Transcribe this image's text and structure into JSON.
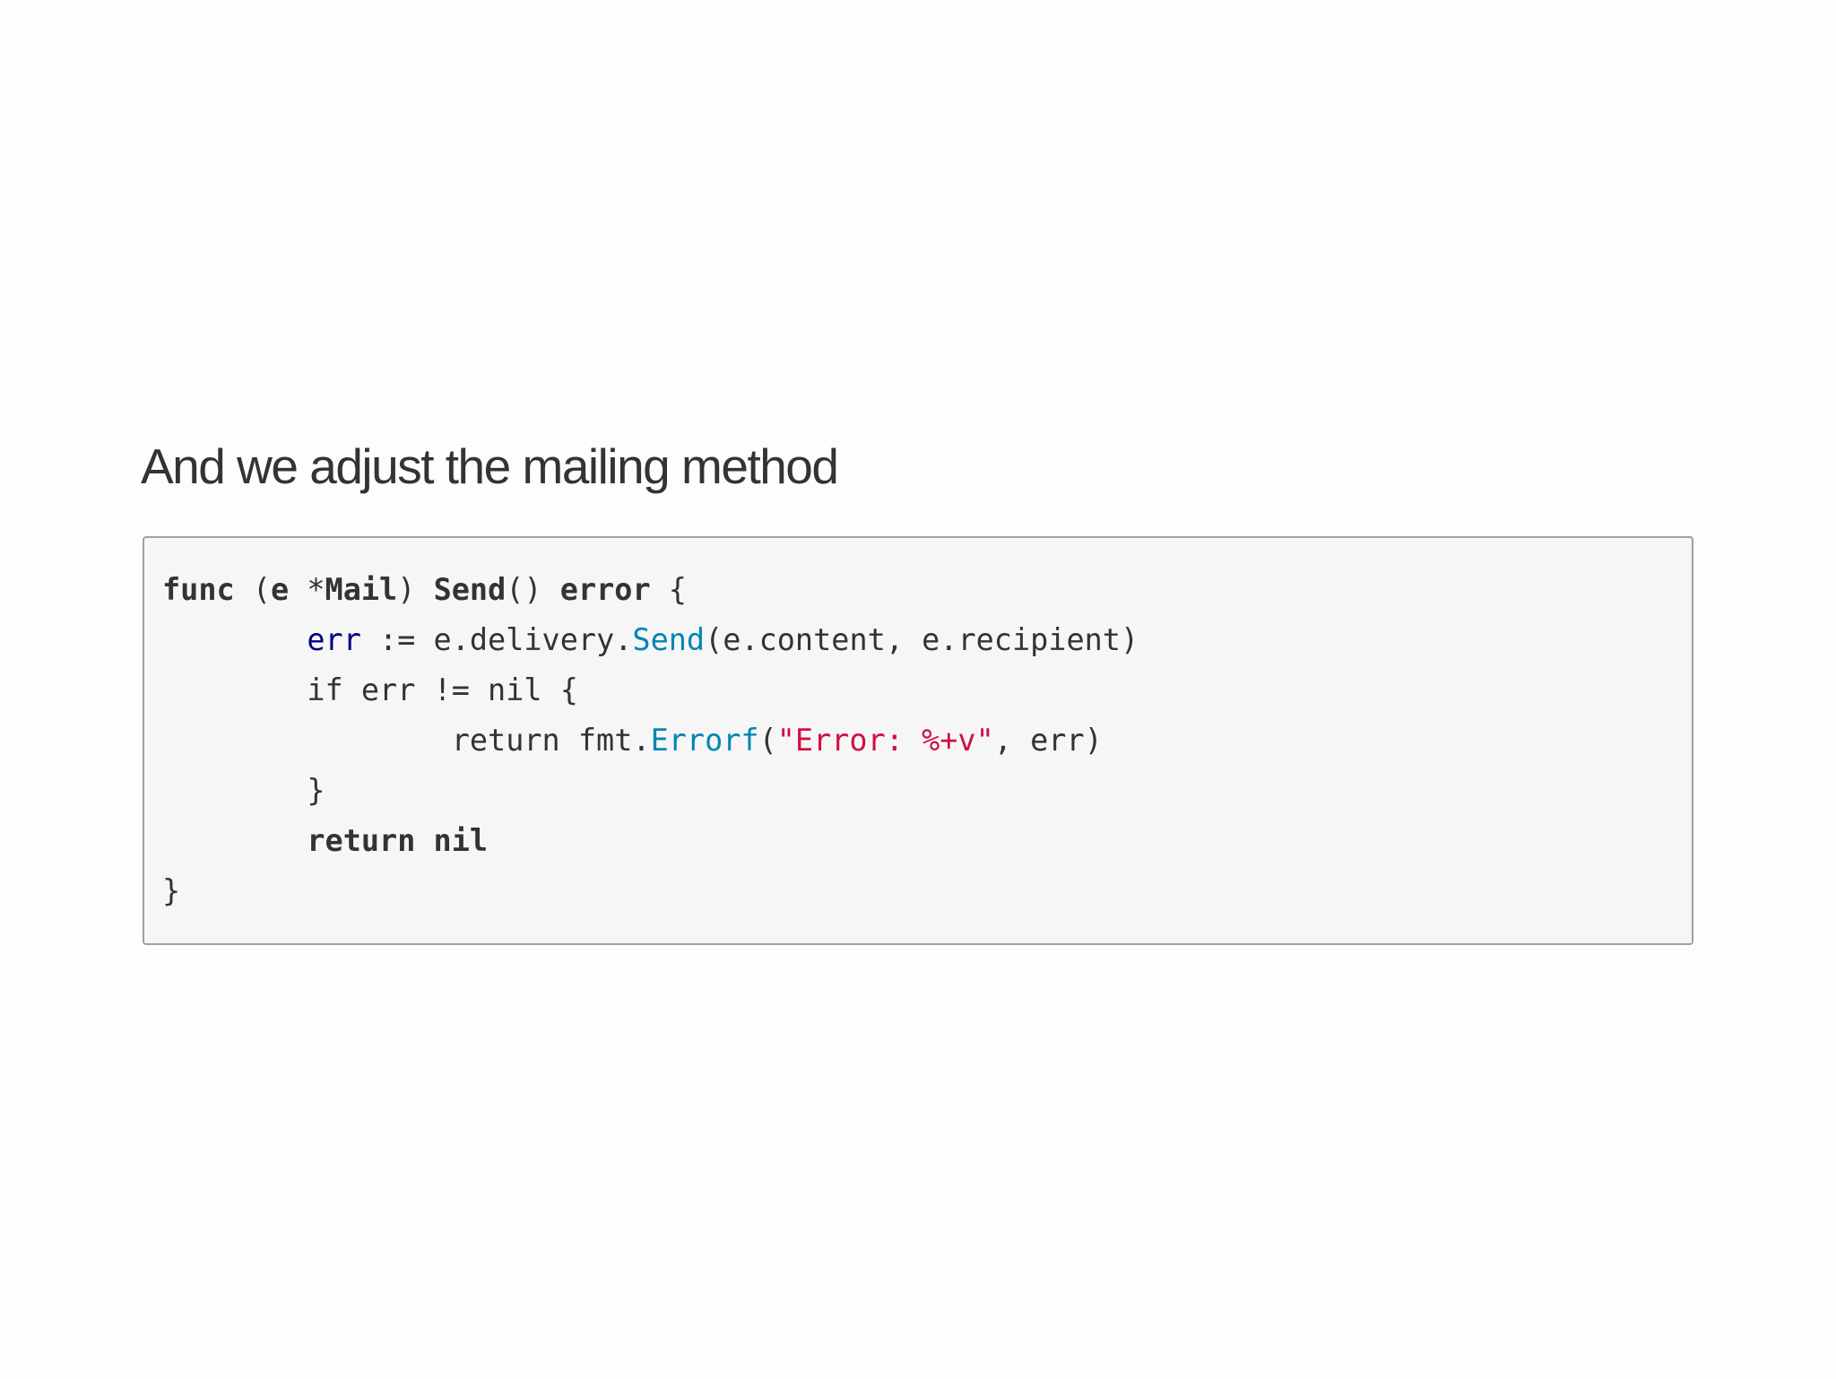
{
  "heading": "And we adjust the mailing method",
  "code": {
    "language": "go",
    "lines": [
      [
        {
          "t": "func",
          "c": "kw"
        },
        {
          "t": " (",
          "c": ""
        },
        {
          "t": "e",
          "c": "kw"
        },
        {
          "t": " *",
          "c": ""
        },
        {
          "t": "Mail",
          "c": "kw"
        },
        {
          "t": ") ",
          "c": ""
        },
        {
          "t": "Send",
          "c": "kw"
        },
        {
          "t": "() ",
          "c": ""
        },
        {
          "t": "error",
          "c": "kw"
        },
        {
          "t": " {",
          "c": ""
        }
      ],
      [
        {
          "t": "        ",
          "c": ""
        },
        {
          "t": "err",
          "c": "var"
        },
        {
          "t": " := e.delivery.",
          "c": ""
        },
        {
          "t": "Send",
          "c": "fn"
        },
        {
          "t": "(e.content, e.recipient)",
          "c": ""
        }
      ],
      [
        {
          "t": "        if err != nil {",
          "c": ""
        }
      ],
      [
        {
          "t": "                return fmt.",
          "c": ""
        },
        {
          "t": "Errorf",
          "c": "fn"
        },
        {
          "t": "(",
          "c": ""
        },
        {
          "t": "\"Error: %+v\"",
          "c": "str"
        },
        {
          "t": ", err)",
          "c": ""
        }
      ],
      [
        {
          "t": "        }",
          "c": ""
        }
      ],
      [
        {
          "t": "        ",
          "c": ""
        },
        {
          "t": "return",
          "c": "kw"
        },
        {
          "t": " ",
          "c": ""
        },
        {
          "t": "nil",
          "c": "kw"
        }
      ],
      [
        {
          "t": "}",
          "c": ""
        }
      ]
    ]
  },
  "colors": {
    "text": "#333333",
    "variable": "#000080",
    "function": "#0086b3",
    "string": "#d01040",
    "code_background": "#f6f6f7",
    "code_border": "#a0a0a2"
  }
}
